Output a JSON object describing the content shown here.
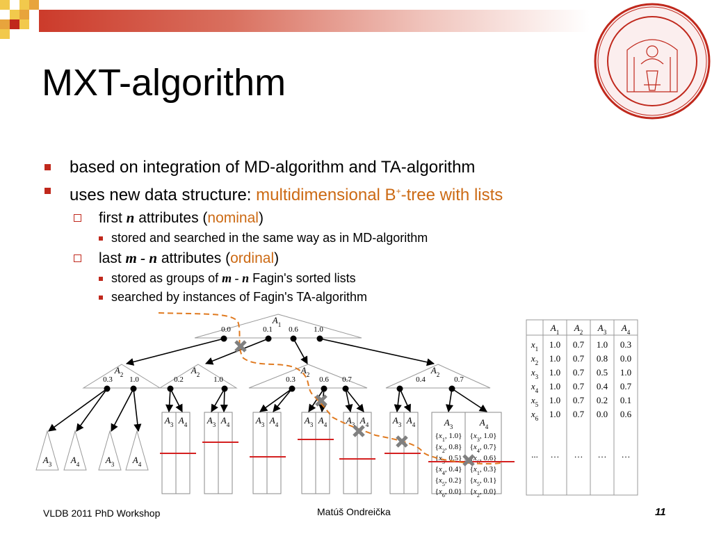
{
  "title": "MXT-algorithm",
  "bullets": {
    "b1": "based on integration of MD-algorithm and TA-algorithm",
    "b2_prefix": "uses new data structure: ",
    "b2_highlight": "multidimensional B",
    "b2_sup": "+",
    "b2_highlight2": "-tree with lists",
    "first_a": "first ",
    "first_var": "n",
    "first_b": " attributes (",
    "first_hl": "nominal",
    "first_c": ")",
    "first_sub": "stored and searched in the same way as in MD-algorithm",
    "last_a": "last ",
    "last_var": "m - n",
    "last_b": " attributes (",
    "last_hl": "ordinal",
    "last_c": ")",
    "last_sub1_a": "stored as groups of ",
    "last_sub1_var": "m - n",
    "last_sub1_b": " Fagin's sorted lists",
    "last_sub2": "searched by instances of Fagin's TA-algorithm"
  },
  "tree": {
    "root_label": "A1",
    "root_keys": [
      "0.0",
      "0.1",
      "0.6",
      "1.0"
    ],
    "level2": [
      {
        "label": "A2",
        "keys": [
          "0.3",
          "1.0"
        ]
      },
      {
        "label": "A2",
        "keys": [
          "0.2",
          "1.0"
        ]
      },
      {
        "label": "A2",
        "keys": [
          "0.3",
          "0.6",
          "0.7"
        ]
      },
      {
        "label": "A2",
        "keys": [
          "0.4",
          "0.7"
        ]
      }
    ],
    "leaf_labels": [
      "A3",
      "A4"
    ],
    "leaf_list_a3": [
      "{x1, 1.0}",
      "{x2, 0.8}",
      "{x3, 0.5}",
      "{x4, 0.4}",
      "{x5, 0.2}",
      "{x6, 0.0}"
    ],
    "leaf_list_a4": [
      "{x3, 1.0}",
      "{x4, 0.7}",
      "{x6, 0.6}",
      "{x1, 0.3}",
      "{x5, 0.1}",
      "{x2, 0.0}"
    ]
  },
  "table": {
    "headers": [
      "",
      "A1",
      "A2",
      "A3",
      "A4"
    ],
    "rows": [
      [
        "x1",
        "1.0",
        "0.7",
        "1.0",
        "0.3"
      ],
      [
        "x2",
        "1.0",
        "0.7",
        "0.8",
        "0.0"
      ],
      [
        "x3",
        "1.0",
        "0.7",
        "0.5",
        "1.0"
      ],
      [
        "x4",
        "1.0",
        "0.7",
        "0.4",
        "0.7"
      ],
      [
        "x5",
        "1.0",
        "0.7",
        "0.2",
        "0.1"
      ],
      [
        "x6",
        "1.0",
        "0.7",
        "0.0",
        "0.6"
      ]
    ],
    "ellipsis": [
      "...",
      "…",
      "…",
      "…",
      "…"
    ]
  },
  "footer": {
    "left": "VLDB 2011 PhD Workshop",
    "center": "Matúš Ondreička",
    "page": "11"
  },
  "seal_icon": "university-seal-icon",
  "colors": {
    "accent": "#c0281c",
    "highlight": "#cc6a14",
    "path": "#e07a20",
    "cross": "#808080",
    "cut": "#d42020"
  }
}
